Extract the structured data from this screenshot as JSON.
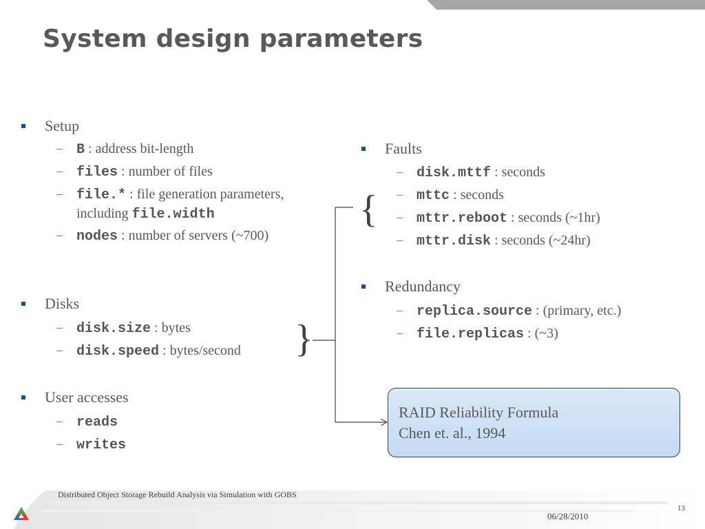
{
  "slide": {
    "title": "System design parameters",
    "footer": "Distributed Object Storage Rebuild Analysis via Simulation with GOBS",
    "date": "06/28/2010",
    "page_number": "13"
  },
  "setup": {
    "heading": "Setup",
    "items": [
      {
        "code": "B",
        "text": " : address bit-length"
      },
      {
        "code": "files",
        "text": " : number of files"
      },
      {
        "code": "file.*",
        "text": " :  file generation parameters,",
        "line2_prefix": "including ",
        "line2_code": "file.width"
      },
      {
        "code": "nodes",
        "text": " :  number of servers (~700)"
      }
    ]
  },
  "disks": {
    "heading": "Disks",
    "items": [
      {
        "code": "disk.size",
        "text": " : bytes"
      },
      {
        "code": "disk.speed",
        "text": " :  bytes/second"
      }
    ]
  },
  "user_accesses": {
    "heading": "User accesses",
    "items": [
      {
        "code": "reads"
      },
      {
        "code": "writes"
      }
    ]
  },
  "faults": {
    "heading": "Faults",
    "items": [
      {
        "code": "disk.mttf",
        "text": " :  seconds"
      },
      {
        "code": "mttc",
        "text": " :  seconds"
      },
      {
        "code": "mttr.reboot",
        "text": " :  seconds (~1hr)"
      },
      {
        "code": "mttr.disk",
        "text": " :  seconds (~24hr)"
      }
    ]
  },
  "redundancy": {
    "heading": "Redundancy",
    "items": [
      {
        "code": "replica.source",
        "text": " :  (primary, etc.)"
      },
      {
        "code": "file.replicas",
        "text": " :  (~3)"
      }
    ]
  },
  "raid_box": {
    "line1": "RAID Reliability Formula",
    "line2": "Chen et. al., 1994"
  },
  "colors": {
    "bullet": "#1f4e8c",
    "dash": "#4f81bd",
    "box_fill": "#c4daf3"
  }
}
